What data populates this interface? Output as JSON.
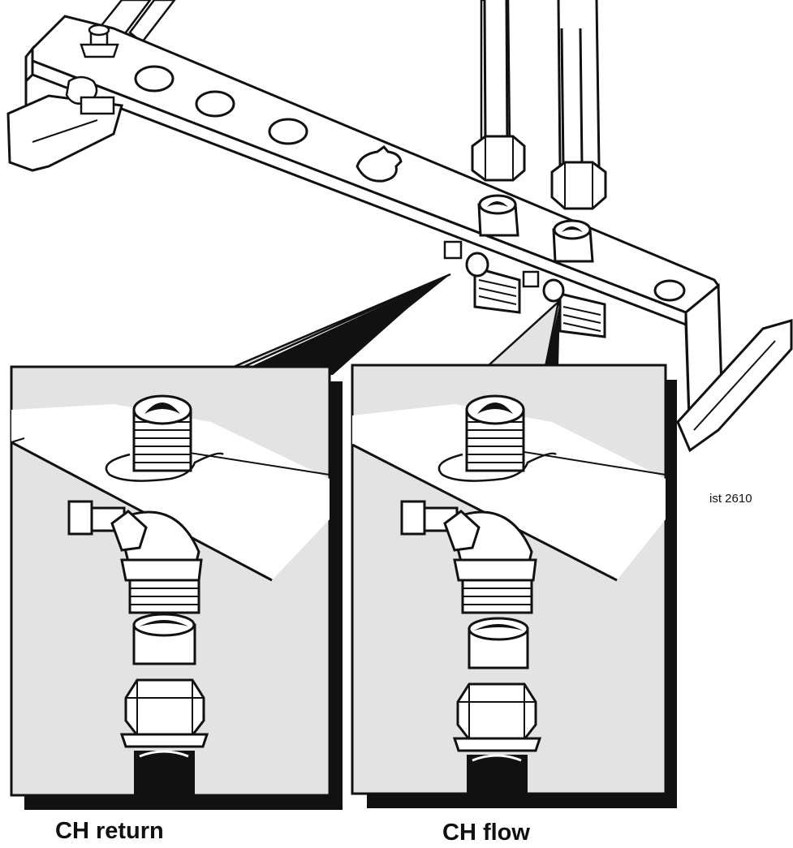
{
  "labels": {
    "return": "CH return",
    "flow": "CH flow",
    "ref": "ist 2610"
  },
  "colors": {
    "ink": "#111111",
    "panel": "#e3e3e3",
    "shadow": "#111111",
    "paper": "#ffffff"
  },
  "icons": [
    "valve-icon",
    "pipe-icon",
    "nut-icon",
    "clip-icon"
  ]
}
